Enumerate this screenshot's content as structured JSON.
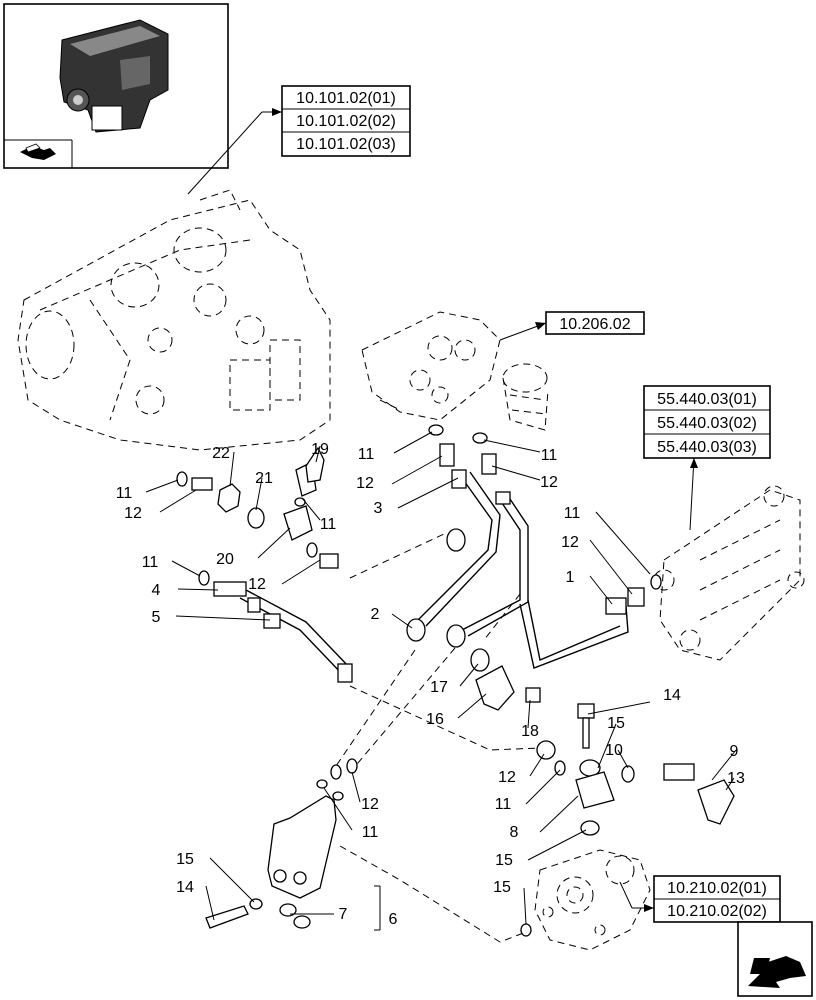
{
  "reference_codes": {
    "engine_block_refs": [
      "10.101.02(01)",
      "10.101.02(02)",
      "10.101.02(03)"
    ],
    "filter_ref": "10.206.02",
    "exchanger_refs": [
      "55.440.03(01)",
      "55.440.03(02)",
      "55.440.03(03)"
    ],
    "pump_refs": [
      "10.210.02(01)",
      "10.210.02(02)"
    ]
  },
  "callouts": [
    "22",
    "19",
    "21",
    "11",
    "12",
    "20",
    "11",
    "12",
    "11",
    "4",
    "5",
    "11",
    "12",
    "3",
    "11",
    "12",
    "11",
    "12",
    "1",
    "2",
    "17",
    "16",
    "18",
    "14",
    "15",
    "10",
    "9",
    "13",
    "12",
    "12",
    "11",
    "11",
    "8",
    "15",
    "15",
    "14",
    "15",
    "7",
    "6"
  ],
  "icons": {
    "thumbnail": "engine-thumbnail-icon",
    "nav_top": "nav-arrow-icon",
    "nav_bottom": "next-page-arrow-icon"
  }
}
